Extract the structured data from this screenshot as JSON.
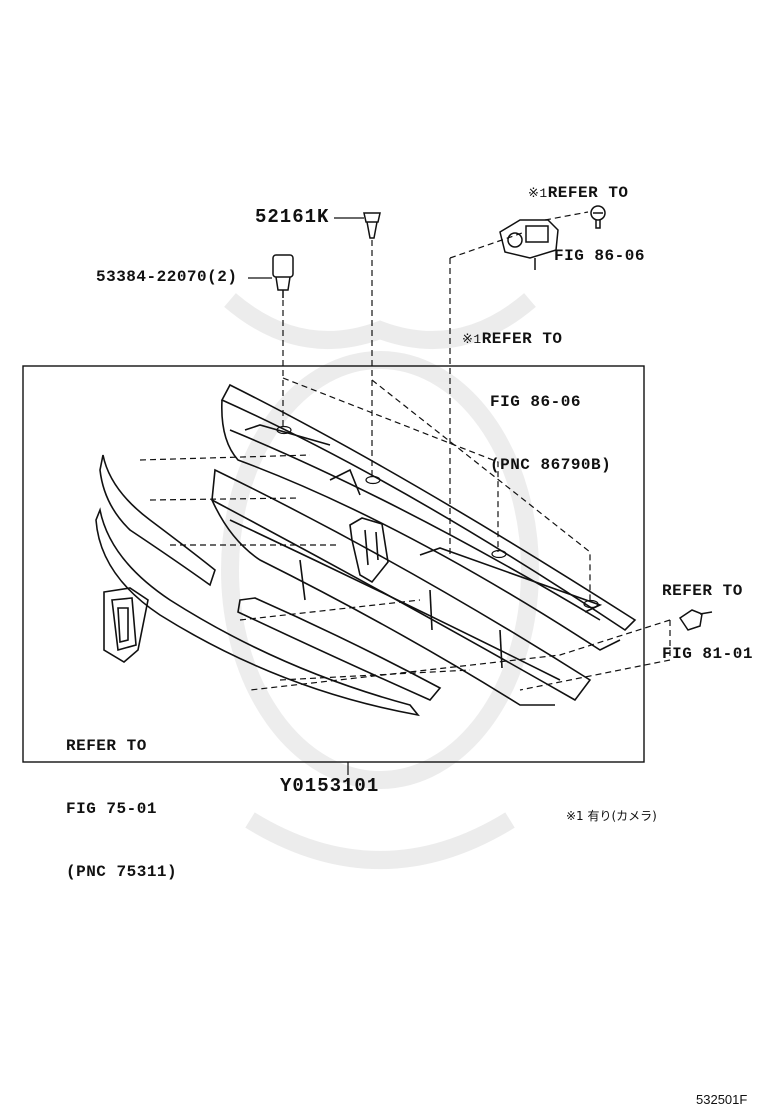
{
  "callouts": {
    "refer_86_06_top": {
      "mark": "※1",
      "line1": "REFER TO",
      "line2": "FIG 86-06"
    },
    "refer_86_06_mid": {
      "mark": "※1",
      "line1": "REFER TO",
      "line2": "FIG 86-06",
      "line3": "(PNC 86790B)"
    },
    "refer_81_01": {
      "line1": "REFER TO",
      "line2": "FIG 81-01"
    },
    "refer_75_01": {
      "line1": "REFER TO",
      "line2": "FIG 75-01",
      "line3": "(PNC 75311)"
    }
  },
  "parts": {
    "clip": "52161K",
    "retainer": "53384-22070(2)",
    "assembly": "Y0153101"
  },
  "footnote": "※1 有り(カメラ)",
  "figure_id": "532501F"
}
